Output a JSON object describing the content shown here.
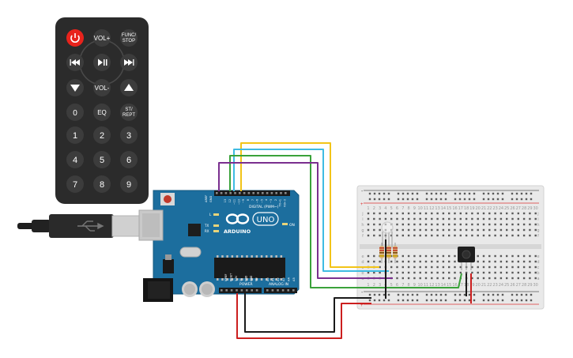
{
  "remote": {
    "buttons": {
      "power": "",
      "vol_up": "VOL+",
      "func_stop_1": "FUNC/",
      "func_stop_2": "STOP",
      "prev": "⏮",
      "play_pause": "▶ǁ",
      "next": "⏭",
      "down": "▼",
      "vol_down": "VOL-",
      "up": "▲",
      "zero": "0",
      "eq": "EQ",
      "st_rept_1": "ST/",
      "st_rept_2": "REPT",
      "one": "1",
      "two": "2",
      "three": "3",
      "four": "4",
      "five": "5",
      "six": "6",
      "seven": "7",
      "eight": "8",
      "nine": "9"
    }
  },
  "arduino": {
    "brand": "ARDUINO",
    "model": "UNO",
    "digital_label": "DIGITAL (PWM~)",
    "analog_label": "ANALOG IN",
    "power_label": "POWER",
    "on_label": "ON",
    "l_label": "L",
    "tx_label": "TX",
    "rx_label": "RX",
    "aref": "AREF",
    "gnd": "GND",
    "digital_pins": [
      "13",
      "12",
      "~11",
      "~10",
      "~9",
      "8",
      "7",
      "~6",
      "~5",
      "4",
      "~3",
      "2",
      "TX→1",
      "RX←0"
    ],
    "power_pins": [
      "IOREF",
      "RESET",
      "3.3V",
      "5V",
      "GND",
      "GND",
      "Vin"
    ],
    "analog_pins": [
      "A0",
      "A1",
      "A2",
      "A3",
      "A4",
      "A5"
    ]
  },
  "breadboard": {
    "row_letters_top": [
      "j",
      "i",
      "h",
      "g",
      "f"
    ],
    "row_letters_bottom": [
      "e",
      "d",
      "c",
      "b",
      "a"
    ],
    "columns": [
      "1",
      "2",
      "3",
      "4",
      "5",
      "6",
      "7",
      "8",
      "9",
      "10",
      "11",
      "12",
      "13",
      "14",
      "15",
      "16",
      "17",
      "18",
      "19",
      "20",
      "21",
      "22",
      "23",
      "24",
      "25",
      "26",
      "27",
      "28",
      "29",
      "30"
    ],
    "plus": "+",
    "minus": "-"
  },
  "colors": {
    "remote_body": "#2b2b2b",
    "remote_button": "#3c3c3c",
    "power_button": "#e8231c",
    "arduino_board": "#1c6e9e",
    "wire_yellow": "#f2c418",
    "wire_cyan": "#3fbbe2",
    "wire_green": "#3aa23a",
    "wire_purple": "#7a2f8f",
    "wire_red": "#cc1f1f",
    "wire_black": "#1a1a1a"
  }
}
